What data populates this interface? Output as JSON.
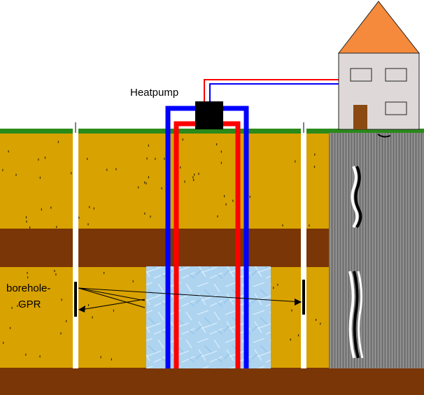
{
  "labels": {
    "heatpump": "Heatpump",
    "borehole_line1": "borehole-",
    "borehole_line2": "GPR"
  },
  "colors": {
    "sky": "#ffffff",
    "grass": "#2a8a1a",
    "sand": "#d8a200",
    "clay": "#7a3606",
    "bedrock": "#7a3606",
    "roof": "#f58a3c",
    "wall": "#ded8d8",
    "door": "#8a4a12",
    "pipe_hot": "#ff0000",
    "pipe_cold": "#0000ff",
    "heatpump_box": "#000000",
    "ice": "#a8d0ee",
    "gpr_gray": "#7e7e7e"
  },
  "icons": {
    "house": "house-icon",
    "heatpump": "heatpump-box",
    "antenna": "gpr-antenna"
  }
}
